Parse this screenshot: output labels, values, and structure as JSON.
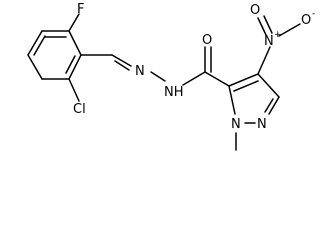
{
  "atoms": {
    "F": "F",
    "Cl": "Cl",
    "N_imine": "N",
    "NH": "NH",
    "O_carbonyl": "O",
    "N_nitro": "N",
    "N_nitro_charge": "+",
    "O_nitro_1": "O",
    "O_nitro_1_charge": "-",
    "O_nitro_2": "O",
    "N_ring_1": "N",
    "N_ring_2": "N"
  }
}
